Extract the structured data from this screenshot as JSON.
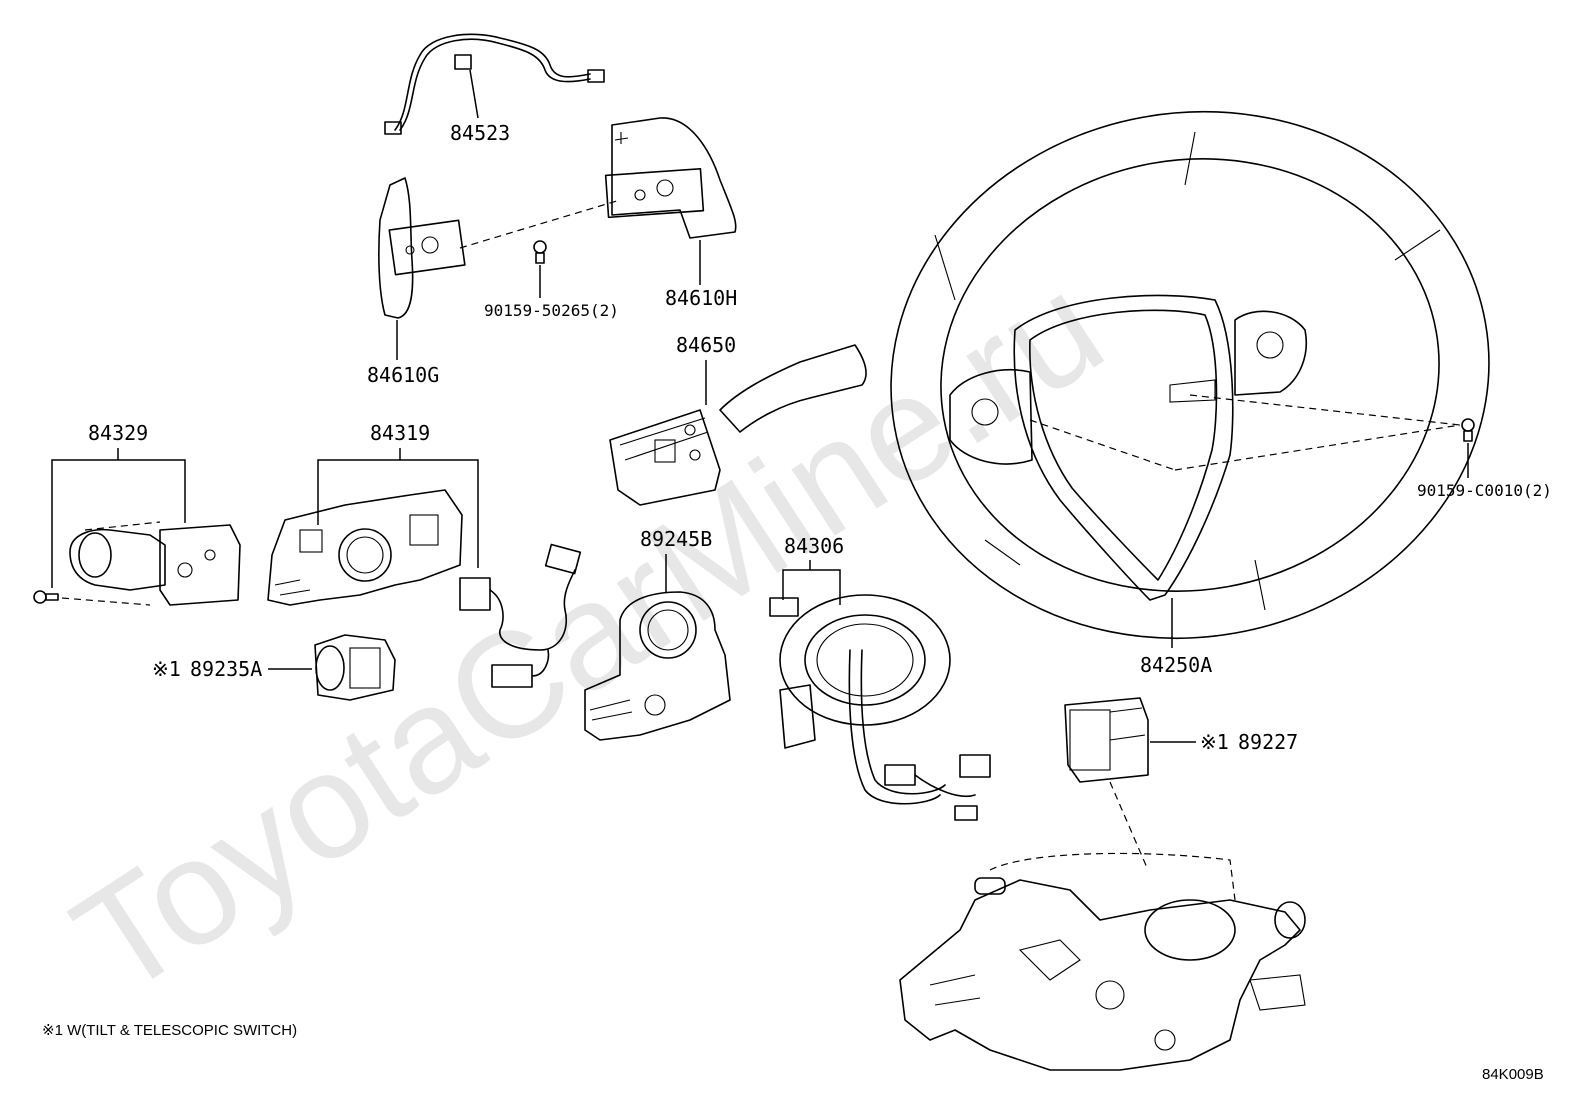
{
  "watermark": "ToyotaCarMine.ru",
  "diagram_code": "84K009B",
  "footnote": "※1 W(TILT & TELESCOPIC SWITCH)",
  "marker": "※1",
  "parts": {
    "p84523": "84523",
    "p84610G": "84610G",
    "p84610H": "84610H",
    "p90159_50265": "90159-50265(2)",
    "p84650": "84650",
    "p84329": "84329",
    "p84319": "84319",
    "p89245B": "89245B",
    "p84306": "84306",
    "p89235A": "89235A",
    "p84250A": "84250A",
    "p90159_C0010": "90159-C0010(2)",
    "p89227": "89227"
  }
}
